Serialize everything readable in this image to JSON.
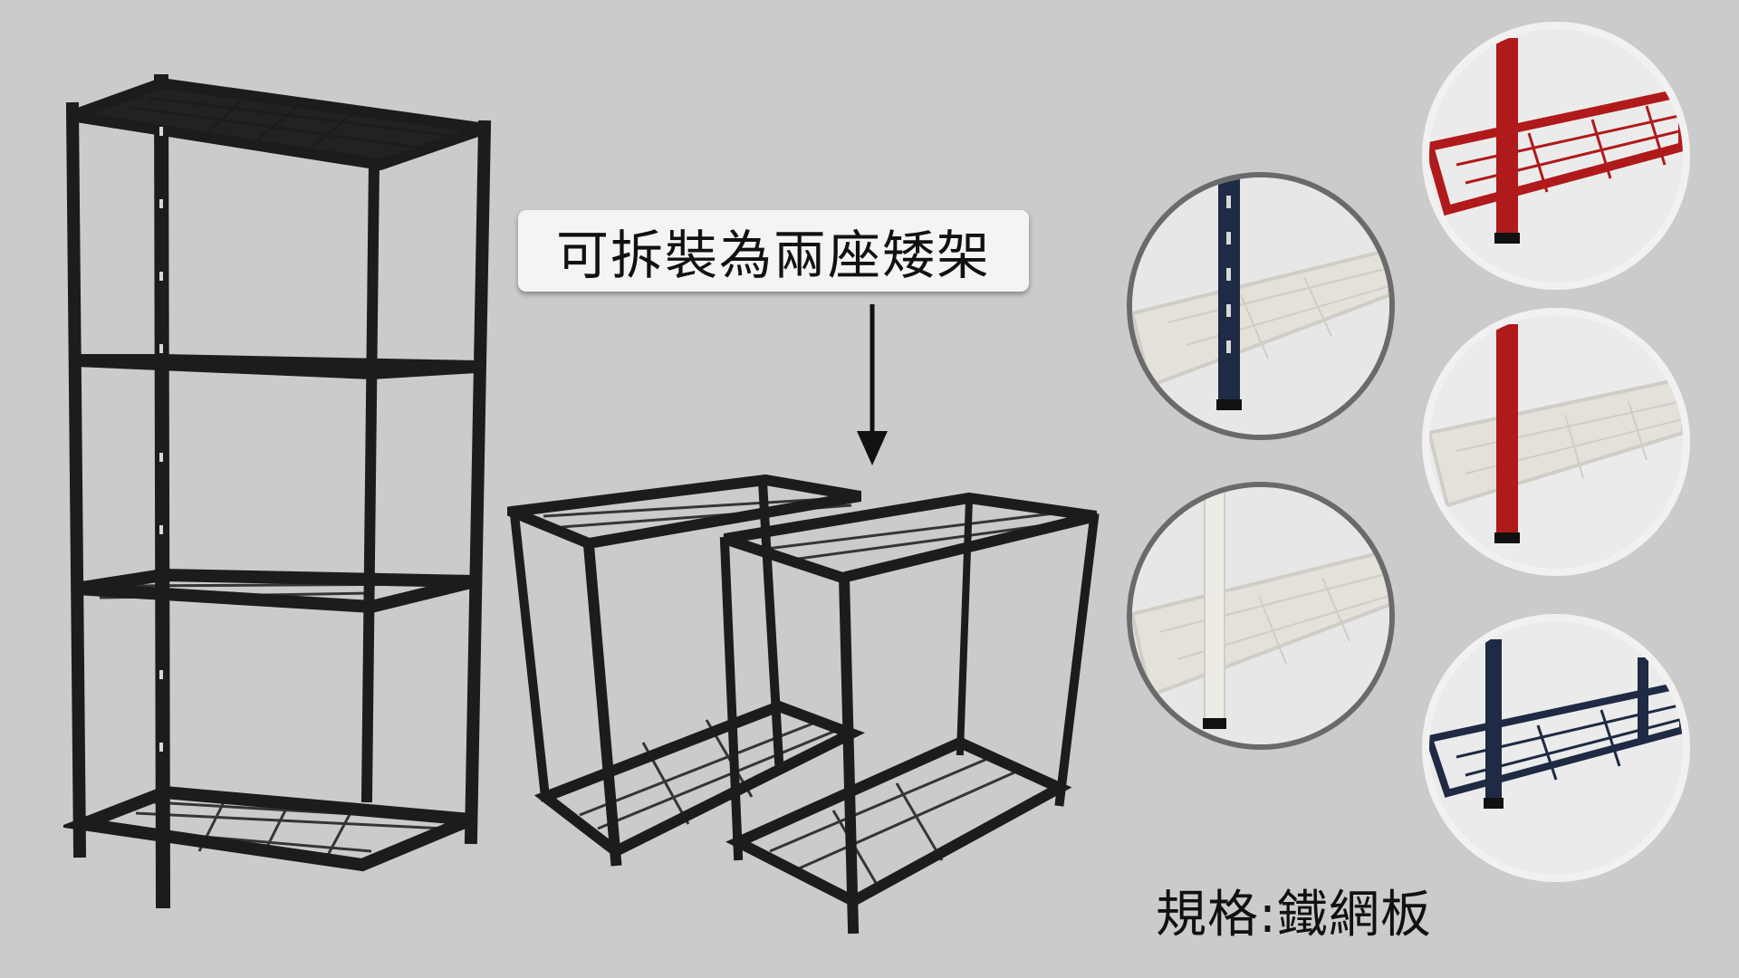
{
  "callout": {
    "text": "可拆裝為兩座矮架"
  },
  "spec": {
    "text": "規格:鐵網板"
  },
  "colors": {
    "background": "#cbcbcb",
    "frame_black": "#1c1c1e",
    "frame_navy": "#1f2a44",
    "frame_red": "#b01a1a",
    "frame_white": "#e8e6e0",
    "circle_border_dark": "#6a6a6a",
    "circle_border_light": "#f1f1f1"
  },
  "swatches": [
    {
      "name": "navy-post-white-shelf",
      "post": "#1f2a44",
      "shelf": "#e3e1da"
    },
    {
      "name": "white-post-white-shelf",
      "post": "#ecebe6",
      "shelf": "#e3e1da"
    },
    {
      "name": "red-post-red-shelf",
      "post": "#b01a1a",
      "shelf": "#b01a1a"
    },
    {
      "name": "red-post-white-shelf",
      "post": "#b01a1a",
      "shelf": "#e3e1da"
    },
    {
      "name": "navy-post-navy-shelf",
      "post": "#1f2a44",
      "shelf": "#1f2a44"
    }
  ]
}
